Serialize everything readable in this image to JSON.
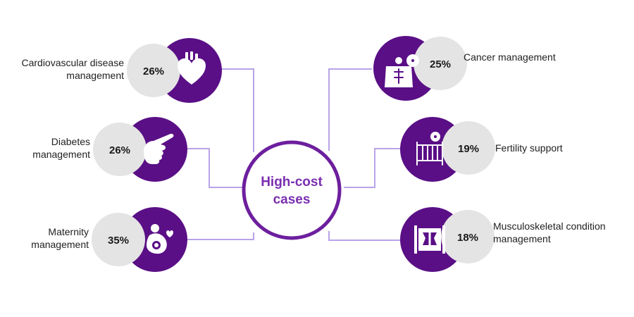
{
  "center": {
    "line1": "High-cost",
    "line2": "cases"
  },
  "items": [
    {
      "id": "cardiovascular",
      "icon": "heart-icon",
      "percent": "26%",
      "label": [
        "Cardiovascular disease",
        "management"
      ]
    },
    {
      "id": "diabetes",
      "icon": "pointing-hand-icon",
      "percent": "26%",
      "label": [
        "Diabetes",
        "management"
      ]
    },
    {
      "id": "maternity",
      "icon": "pregnancy-icon",
      "percent": "35%",
      "label": [
        "Maternity",
        "management"
      ]
    },
    {
      "id": "cancer",
      "icon": "radiation-body-icon",
      "percent": "25%",
      "label": [
        "Cancer management"
      ]
    },
    {
      "id": "fertility",
      "icon": "crib-icon",
      "percent": "19%",
      "label": [
        "Fertility support"
      ]
    },
    {
      "id": "musculoskeletal",
      "icon": "xray-icon",
      "percent": "18%",
      "label": [
        "Musculoskeletal condition",
        "management"
      ]
    }
  ],
  "colors": {
    "accent": "#6d1f9e",
    "icon_circle": "#5a0f86",
    "percent_circle": "#e4e4e4",
    "connector": "#b9a3e8",
    "center_text": "#7b2fb0"
  }
}
